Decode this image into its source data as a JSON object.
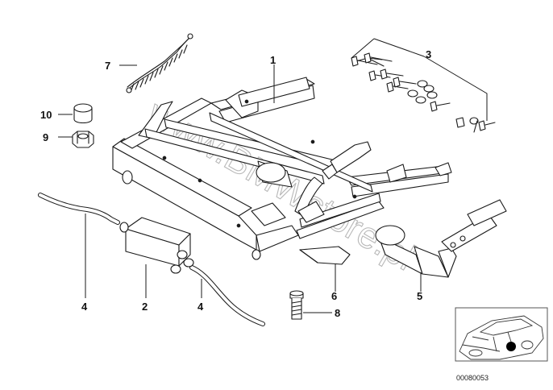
{
  "callouts": {
    "c1": "1",
    "c2": "2",
    "c3": "3",
    "c4a": "4",
    "c4b": "4",
    "c5": "5",
    "c6": "6",
    "c7": "7",
    "c8": "8",
    "c9": "9",
    "c10": "10"
  },
  "watermark": "www.BMWstore.pl",
  "thumbnail": {
    "code": "00080053"
  },
  "colors": {
    "line": "#1a1a1a",
    "watermark": "#b8b8b8",
    "marker": "#000000"
  }
}
